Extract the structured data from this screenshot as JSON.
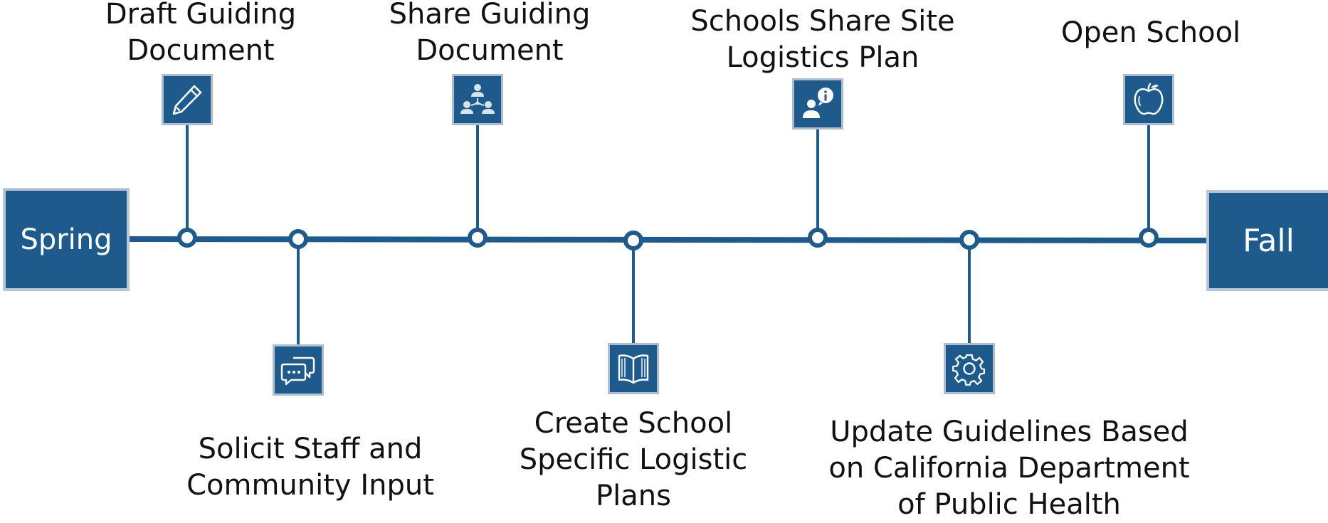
{
  "timeline": {
    "start_label": "Spring",
    "end_label": "Fall",
    "line_color": "#1e5a8c",
    "box_color": "#1e5a8c",
    "box_border_color": "#b9c6d3",
    "milestones": [
      {
        "label_lines": [
          "Draft Guiding",
          "Document"
        ],
        "icon": "pencil-icon",
        "side": "above"
      },
      {
        "label_lines": [
          "Solicit Staff and",
          "Community Input"
        ],
        "icon": "chat-bubbles-icon",
        "side": "below"
      },
      {
        "label_lines": [
          "Share Guiding",
          "Document"
        ],
        "icon": "people-network-icon",
        "side": "above"
      },
      {
        "label_lines": [
          "Create School",
          "Specific Logistic",
          "Plans"
        ],
        "icon": "open-book-icon",
        "side": "below"
      },
      {
        "label_lines": [
          "Schools Share Site",
          "Logistics Plan"
        ],
        "icon": "person-info-icon",
        "side": "above"
      },
      {
        "label_lines": [
          "Update Guidelines Based",
          "on California Department",
          "of Public Health"
        ],
        "icon": "gear-icon",
        "side": "below"
      },
      {
        "label_lines": [
          "Open School"
        ],
        "icon": "apple-icon",
        "side": "above"
      }
    ]
  }
}
